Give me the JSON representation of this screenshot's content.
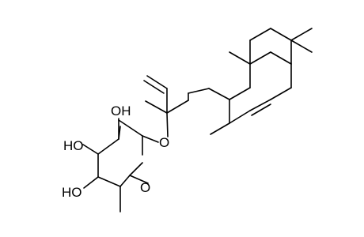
{
  "structure": {
    "labels": {
      "oh_top": "OH",
      "oh_left": "HO",
      "oh_bottom": "HO",
      "ether_o": "O",
      "ring_o": "O"
    },
    "colors": {
      "bond": "#000000",
      "background": "#ffffff"
    }
  }
}
